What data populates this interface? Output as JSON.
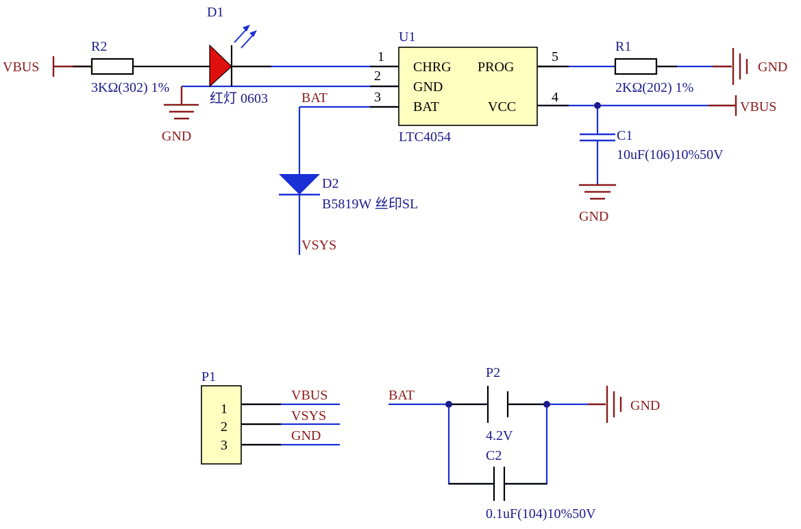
{
  "colors": {
    "wire": "#1a2fd6",
    "component": "#000000",
    "power": "#8b1a1a",
    "label": "#8b1a1a",
    "designator": "#1a1a8c",
    "ic_fill": "#ffffc0",
    "led_fill": "#e01010",
    "diode_fill": "#1a2fd6",
    "junction": "#1a1a8c"
  },
  "components": {
    "d1": {
      "ref": "D1",
      "value": "红灯 0603"
    },
    "r2": {
      "ref": "R2",
      "value": "3KΩ(302) 1%"
    },
    "u1": {
      "ref": "U1",
      "part": "LTC4054",
      "pins": [
        {
          "num": "1",
          "name": "CHRG"
        },
        {
          "num": "2",
          "name": "GND"
        },
        {
          "num": "3",
          "name": "BAT"
        },
        {
          "num": "5",
          "name": "PROG"
        },
        {
          "num": "4",
          "name": "VCC"
        }
      ]
    },
    "r1": {
      "ref": "R1",
      "value": "2KΩ(202) 1%"
    },
    "c1": {
      "ref": "C1",
      "value": "10uF(106)10%50V"
    },
    "d2": {
      "ref": "D2",
      "value": "B5819W 丝印SL"
    },
    "p1": {
      "ref": "P1",
      "pins": [
        "1",
        "2",
        "3"
      ],
      "nets": [
        "VBUS",
        "VSYS",
        "GND"
      ]
    },
    "p2": {
      "ref": "P2",
      "value": "4.2V"
    },
    "c2": {
      "ref": "C2",
      "value": "0.1uF(104)10%50V"
    }
  },
  "power_ports": {
    "vbus_left": "VBUS",
    "vbus_right": "VBUS",
    "gnd_r1": "GND",
    "gnd_r2": "GND",
    "gnd_c1": "GND",
    "gnd_p2": "GND"
  },
  "net_labels": {
    "bat_top": "BAT",
    "vsys": "VSYS",
    "bat_bottom": "BAT"
  }
}
